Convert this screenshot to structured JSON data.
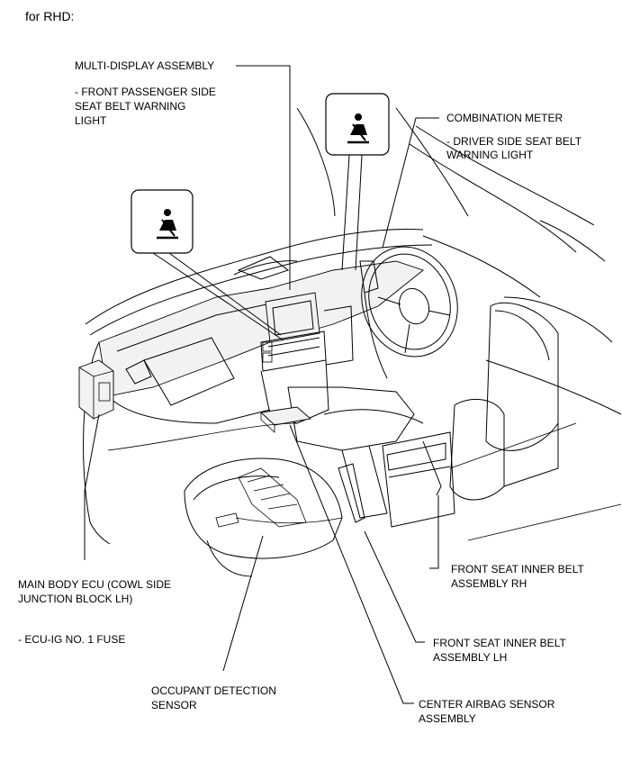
{
  "header": {
    "text": "for RHD:"
  },
  "labels": {
    "multi_display": "MULTI-DISPLAY ASSEMBLY",
    "multi_display_sub1": "- FRONT PASSENGER SIDE",
    "multi_display_sub2": "SEAT BELT WARNING",
    "multi_display_sub3": "LIGHT",
    "combination_meter": "COMBINATION METER",
    "combination_meter_sub1": "- DRIVER SIDE SEAT BELT",
    "combination_meter_sub2": "WARNING LIGHT",
    "main_body_ecu_1": "MAIN BODY ECU (COWL SIDE",
    "main_body_ecu_2": "JUNCTION BLOCK LH)",
    "main_body_ecu_sub": "- ECU-IG NO. 1 FUSE",
    "occupant_1": "OCCUPANT DETECTION",
    "occupant_2": "SENSOR",
    "inner_belt_rh_1": "FRONT SEAT INNER BELT",
    "inner_belt_rh_2": "ASSEMBLY RH",
    "inner_belt_lh_1": "FRONT SEAT INNER BELT",
    "inner_belt_lh_2": "ASSEMBLY LH",
    "center_airbag_1": "CENTER AIRBAG SENSOR",
    "center_airbag_2": "ASSEMBLY"
  },
  "icons": {
    "warning_light_callout_left": "seat-belt-warning-icon",
    "warning_light_callout_right": "seat-belt-warning-icon"
  }
}
